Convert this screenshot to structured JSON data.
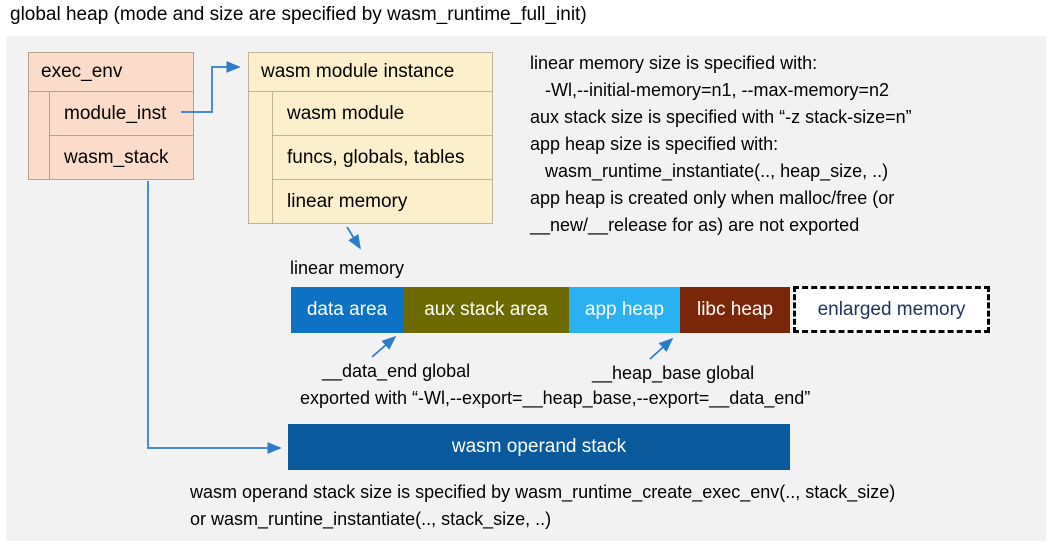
{
  "title": "global heap (mode and size are specified by wasm_runtime_full_init)",
  "exec_env": {
    "header": "exec_env",
    "rows": [
      "module_inst",
      "wasm_stack"
    ]
  },
  "module_instance": {
    "header": "wasm module instance",
    "rows": [
      "wasm module",
      "funcs, globals, tables",
      "linear memory"
    ]
  },
  "notes_right": {
    "lines": [
      "linear memory size is specified with:",
      "   -Wl,--initial-memory=n1, --max-memory=n2",
      "aux stack size is specified with “-z stack-size=n”",
      "app heap size is specified with:",
      "   wasm_runtime_instantiate(.., heap_size, ..)",
      "app heap is created only when malloc/free (or",
      "__new/__release for as) are not exported"
    ]
  },
  "linear_memory": {
    "label": "linear memory",
    "segments": [
      {
        "label": "data area",
        "color": "#0D72C4"
      },
      {
        "label": "aux stack area",
        "color": "#6C6A00"
      },
      {
        "label": "app heap",
        "color": "#2AB1F1"
      },
      {
        "label": "libc heap",
        "color": "#7A2609"
      }
    ],
    "enlarged": {
      "label": "enlarged memory",
      "text_color": "#1F3366"
    }
  },
  "annotations": {
    "data_end": "__data_end global",
    "heap_base": "__heap_base global",
    "exported": "exported with “-Wl,--export=__heap_base,--export=__data_end”"
  },
  "operand_stack": {
    "label": "wasm operand stack",
    "color": "#0A599C",
    "note_line1": "wasm operand stack size is specified by wasm_runtime_create_exec_env(.., stack_size)",
    "note_line2": "or wasm_runtine_instantiate(.., stack_size, ..)"
  },
  "colors": {
    "panel_bg": "#F2F2F2",
    "exec_box_fill": "#FBDCCB",
    "instance_box_fill": "#FCEFCB",
    "arrow": "#2E7BCE"
  }
}
